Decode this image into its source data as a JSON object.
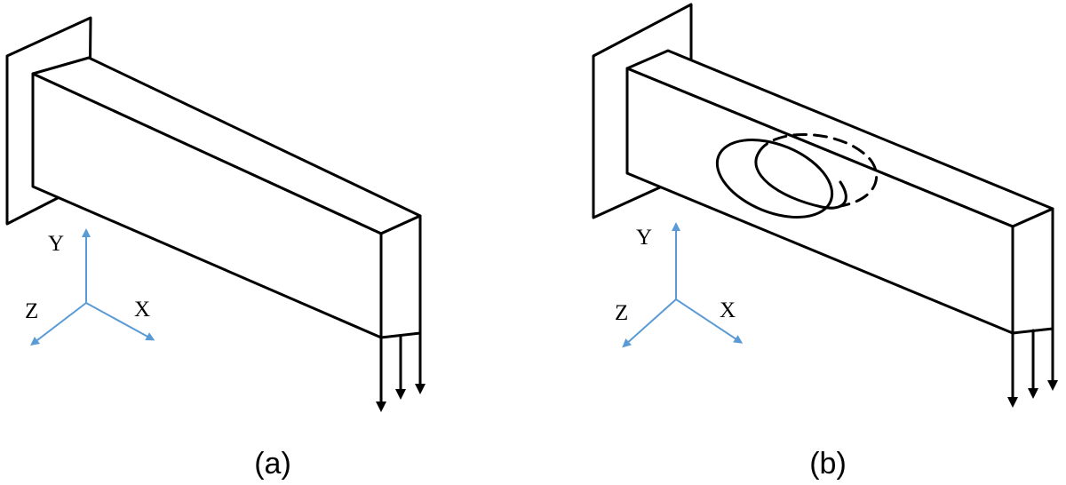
{
  "figures": [
    {
      "caption": "(a)",
      "axes": {
        "x": "X",
        "y": "Y",
        "z": "Z"
      },
      "has_hole": false,
      "load_arrows": 3
    },
    {
      "caption": "(b)",
      "axes": {
        "x": "X",
        "y": "Y",
        "z": "Z"
      },
      "has_hole": true,
      "load_arrows": 3
    }
  ],
  "colors": {
    "axis": "#5b9bd5",
    "line": "#000000"
  }
}
